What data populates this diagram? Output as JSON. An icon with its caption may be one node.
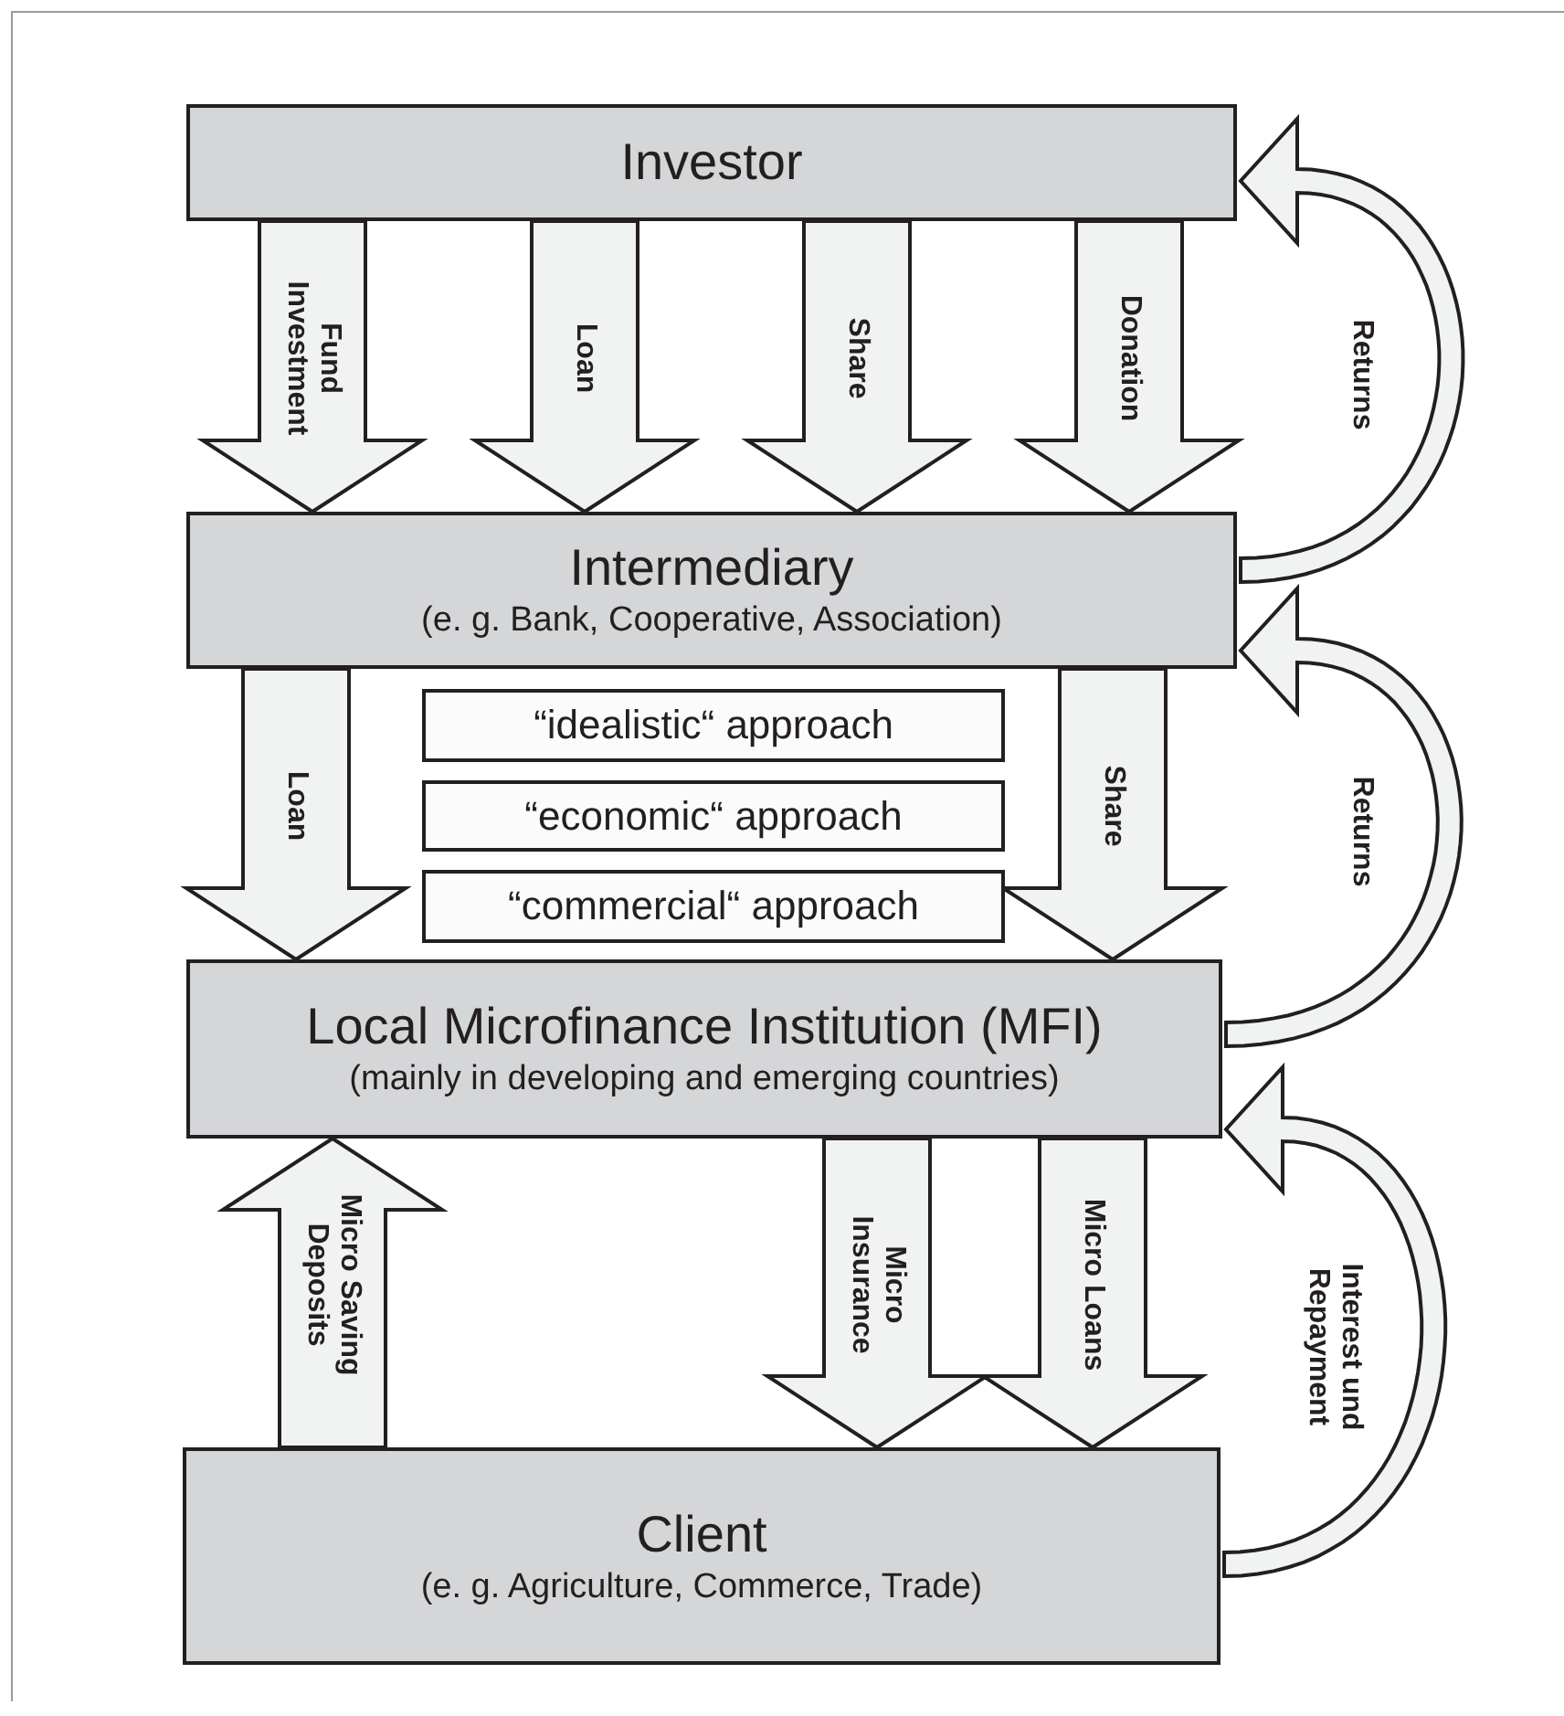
{
  "diagram": {
    "nodes": [
      {
        "text": [
          "Investor"
        ]
      },
      {
        "text": [
          "Intermediary",
          "(e. g. Bank, Cooperative, Association)"
        ]
      },
      {
        "text": [
          "“idealistic“ approach"
        ]
      },
      {
        "text": [
          "“economic“ approach"
        ]
      },
      {
        "text": [
          "“commercial“ approach"
        ]
      },
      {
        "text": [
          "Local Microfinance Institution (MFI)",
          "(mainly in developing and emerging countries)"
        ]
      },
      {
        "text": [
          "Client",
          "(e. g. Agriculture, Commerce, Trade)"
        ]
      }
    ],
    "edges": [
      {
        "from": 0,
        "to": 1,
        "arrow": "to",
        "label": "Fund Investment"
      },
      {
        "from": 0,
        "to": 1,
        "arrow": "to",
        "label": "Loan"
      },
      {
        "from": 0,
        "to": 1,
        "arrow": "to",
        "label": "Share"
      },
      {
        "from": 0,
        "to": 1,
        "arrow": "to",
        "label": "Donation"
      },
      {
        "from": 1,
        "to": 0,
        "arrow": "to",
        "label": "Returns"
      },
      {
        "from": 1,
        "to": 5,
        "arrow": "to",
        "label": "Loan"
      },
      {
        "from": 1,
        "to": 5,
        "arrow": "to",
        "label": "Share"
      },
      {
        "from": 5,
        "to": 1,
        "arrow": "to",
        "label": "Returns"
      },
      {
        "from": 6,
        "to": 5,
        "arrow": "to",
        "label": "Micro Saving Deposits"
      },
      {
        "from": 5,
        "to": 6,
        "arrow": "to",
        "label": "Micro Insurance"
      },
      {
        "from": 5,
        "to": 6,
        "arrow": "to",
        "label": "Micro Loans"
      },
      {
        "from": 6,
        "to": 5,
        "arrow": "to",
        "label": "Interest und Repayment"
      }
    ]
  }
}
